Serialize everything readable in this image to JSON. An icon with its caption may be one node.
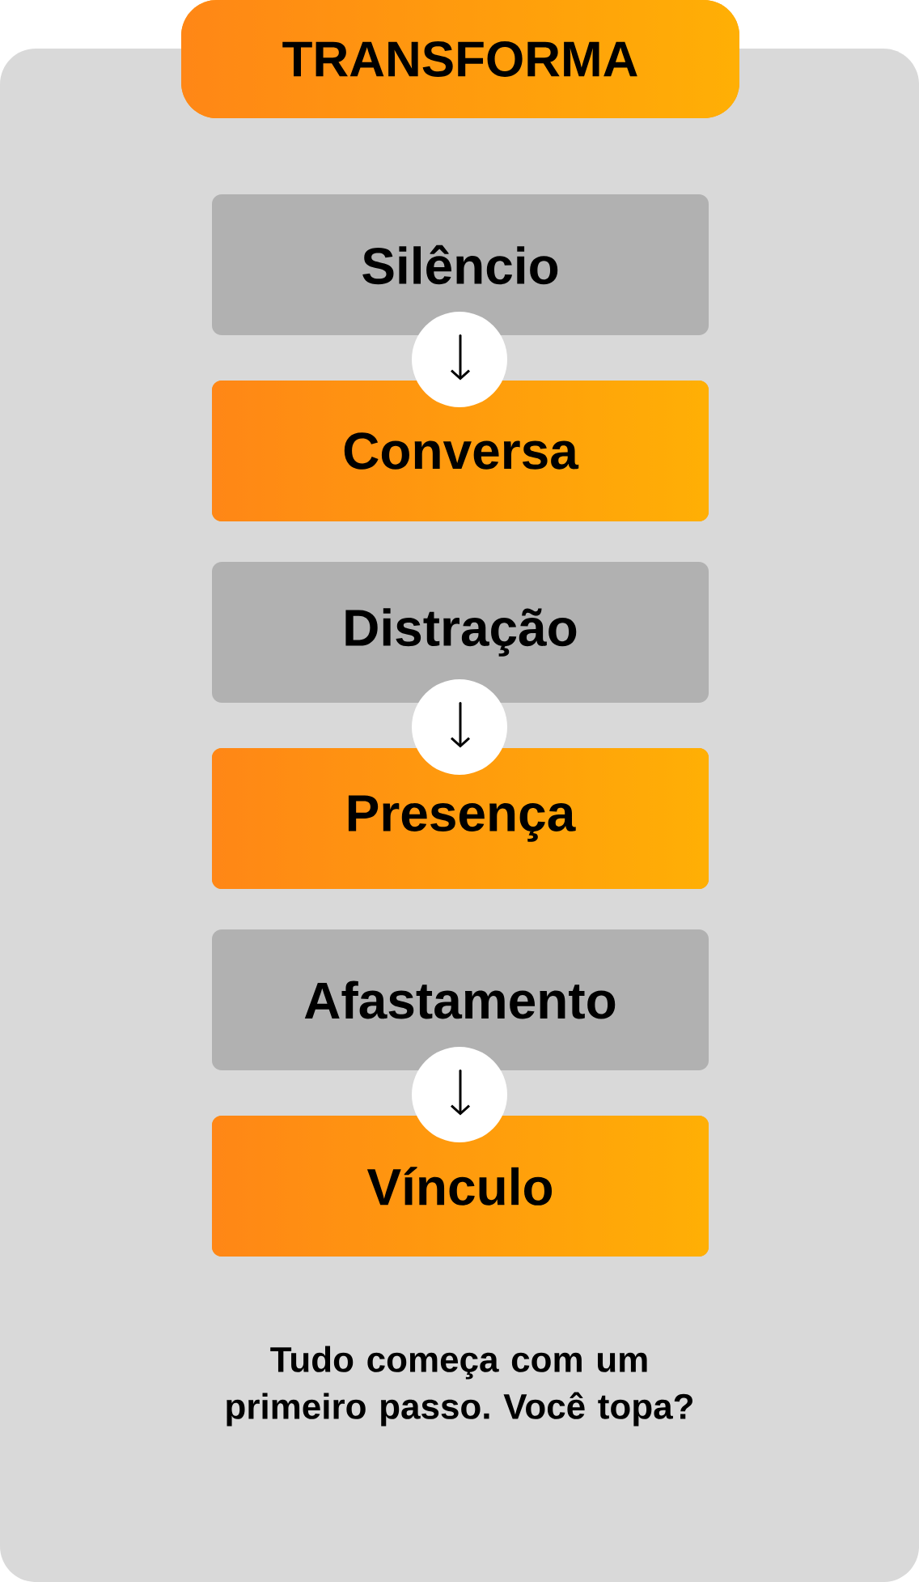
{
  "diagram": {
    "title": "TRANSFORMA",
    "nodes": [
      {
        "text": [
          "Tudo começa com um primeiro passo. Você topa?"
        ]
      },
      {
        "text": [
          "Silêncio"
        ],
        "in": 0
      },
      {
        "text": [
          "Conversa"
        ],
        "in": 0
      },
      {
        "text": [
          "Distração"
        ],
        "in": 0
      },
      {
        "text": [
          "Presença"
        ],
        "in": 0
      },
      {
        "text": [
          "Afastamento"
        ],
        "in": 0
      },
      {
        "text": [
          "Vínculo"
        ],
        "in": 0
      }
    ],
    "edges": [
      {
        "from": 1,
        "to": 2,
        "arrow": "to"
      },
      {
        "from": 3,
        "to": 4,
        "arrow": "to"
      },
      {
        "from": 5,
        "to": 6,
        "arrow": "to"
      }
    ]
  }
}
